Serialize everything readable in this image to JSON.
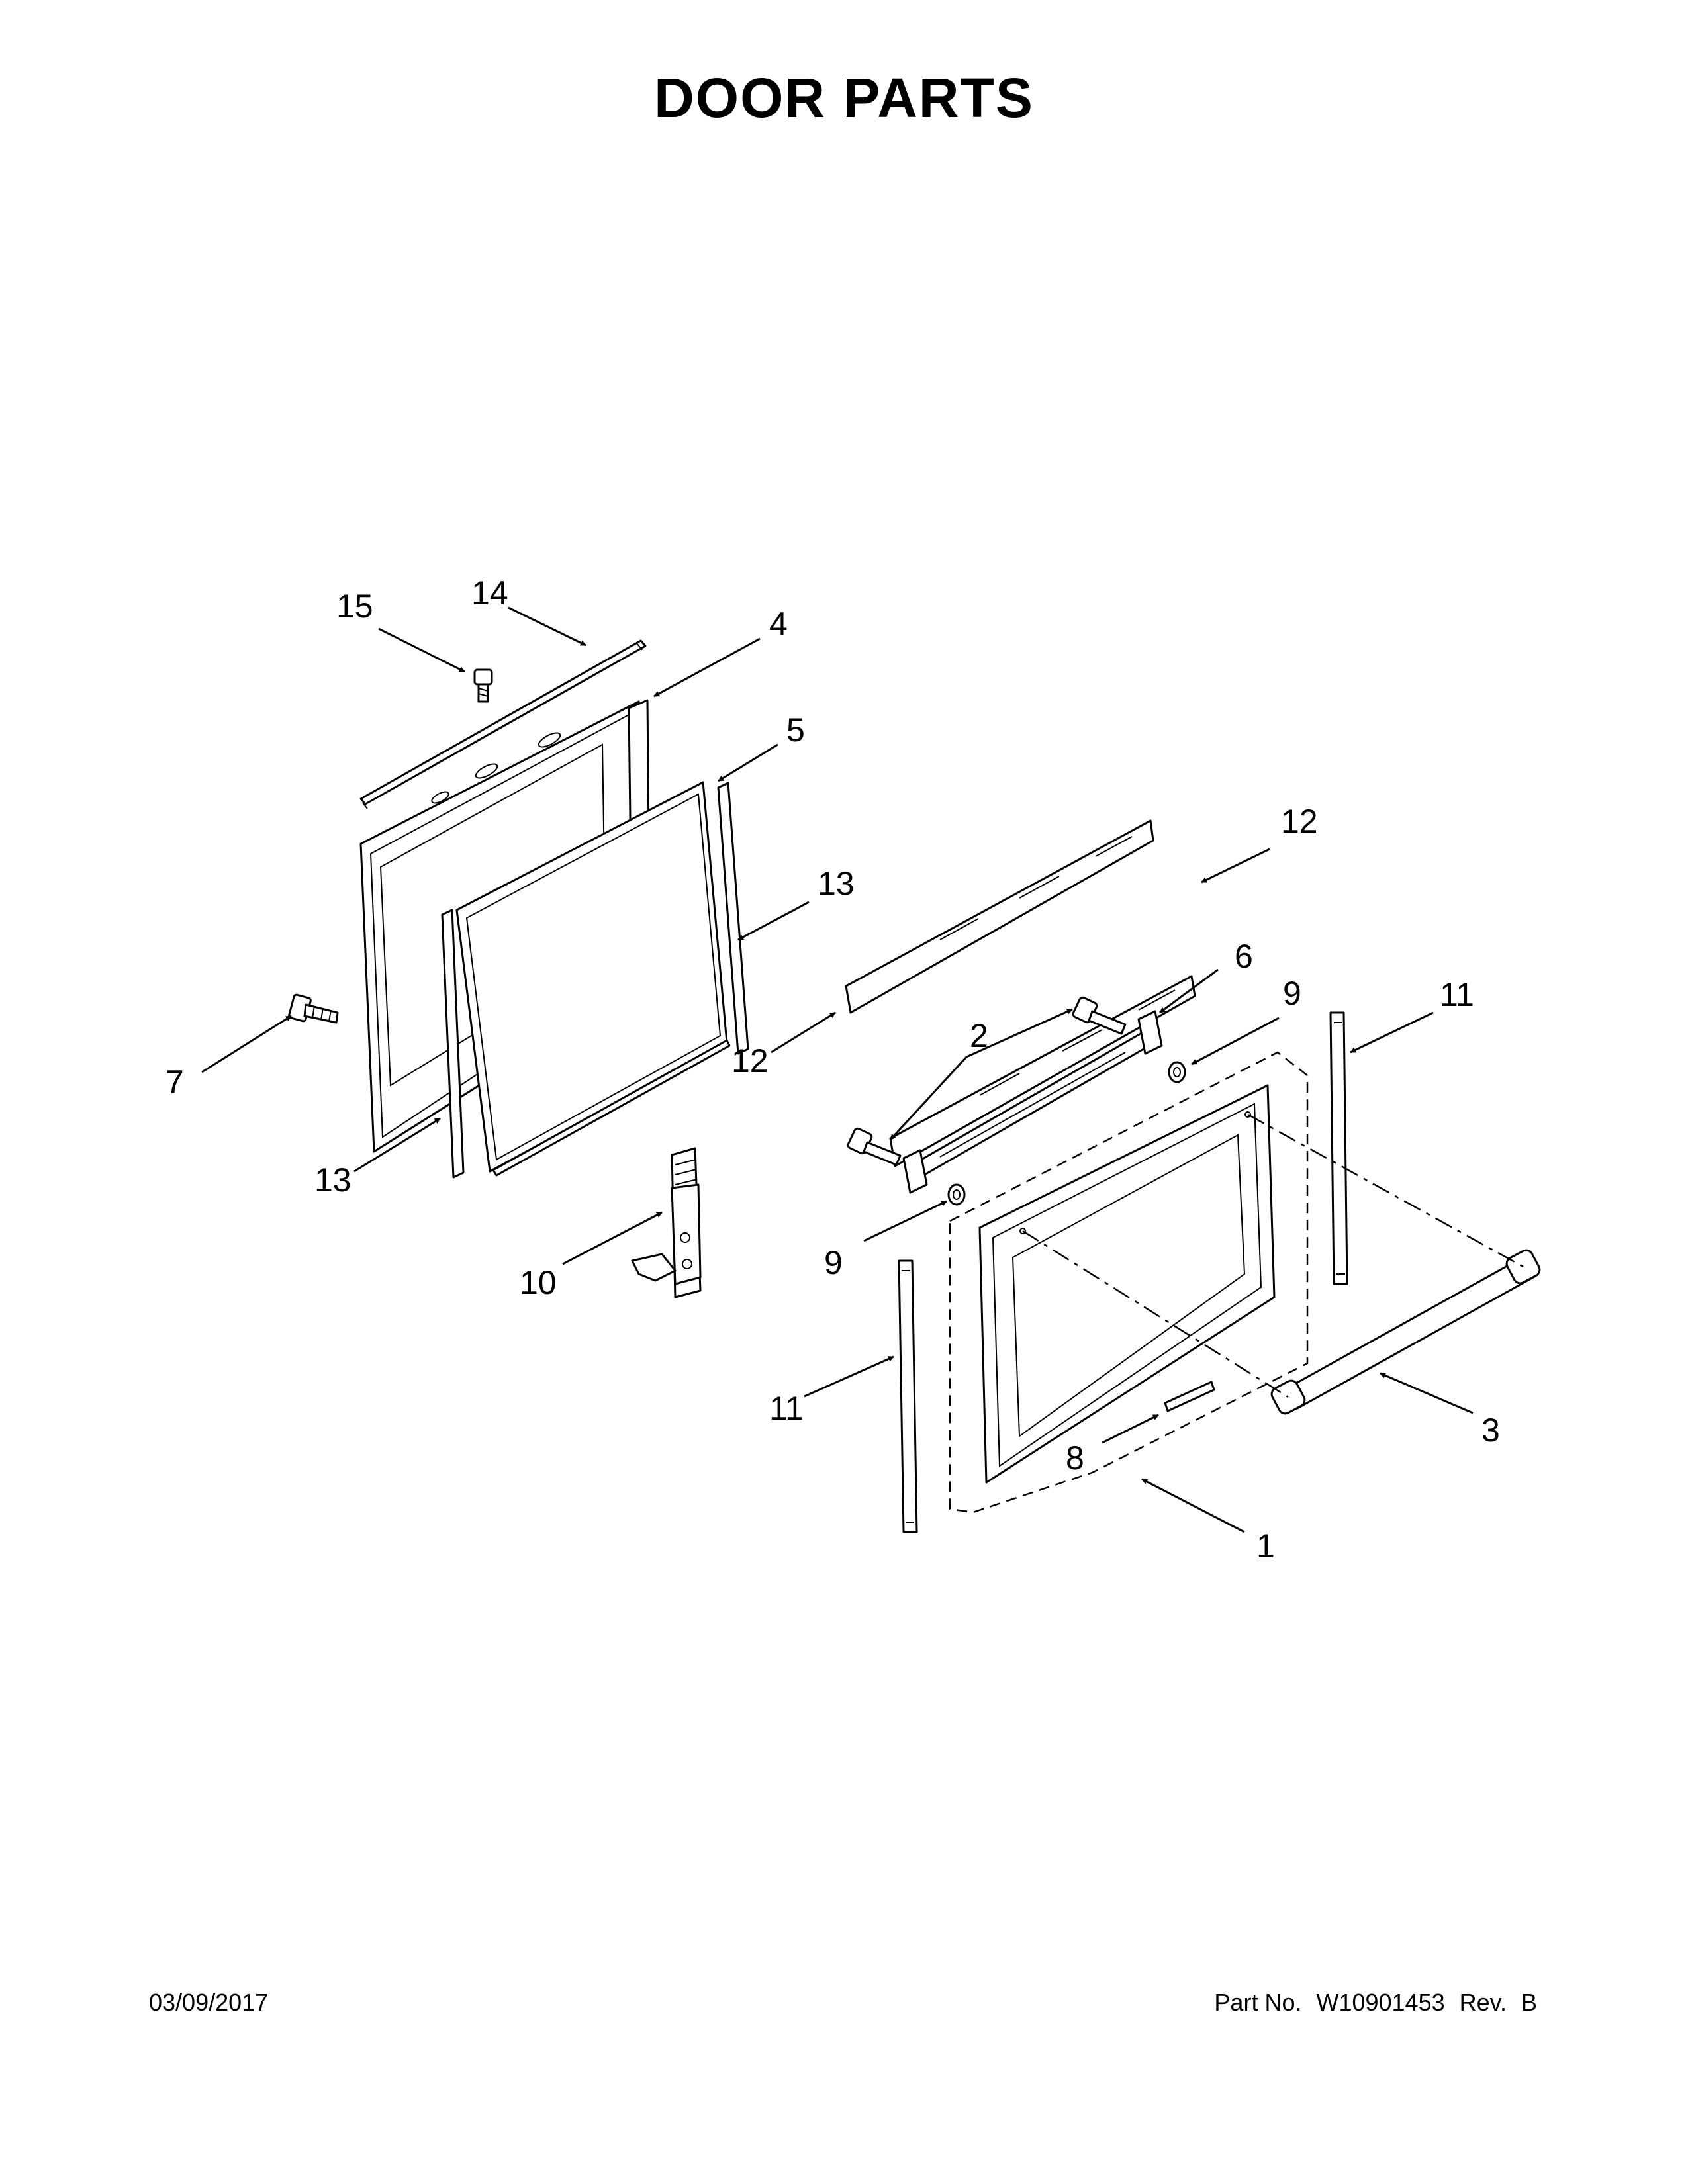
{
  "page": {
    "title": "DOOR PARTS"
  },
  "footer": {
    "date": "03/09/2017",
    "part_label": "Part No.",
    "part_number": "W10901453",
    "rev_label": "Rev.",
    "rev_value": "B"
  },
  "callouts": {
    "c1": "1",
    "c2": "2",
    "c3": "3",
    "c4": "4",
    "c5": "5",
    "c6": "6",
    "c7": "7",
    "c8": "8",
    "c9a": "9",
    "c9b": "9",
    "c10": "10",
    "c11a": "11",
    "c11b": "11",
    "c12a": "12",
    "c12b": "12",
    "c13a": "13",
    "c13b": "13",
    "c14": "14",
    "c15": "15"
  }
}
